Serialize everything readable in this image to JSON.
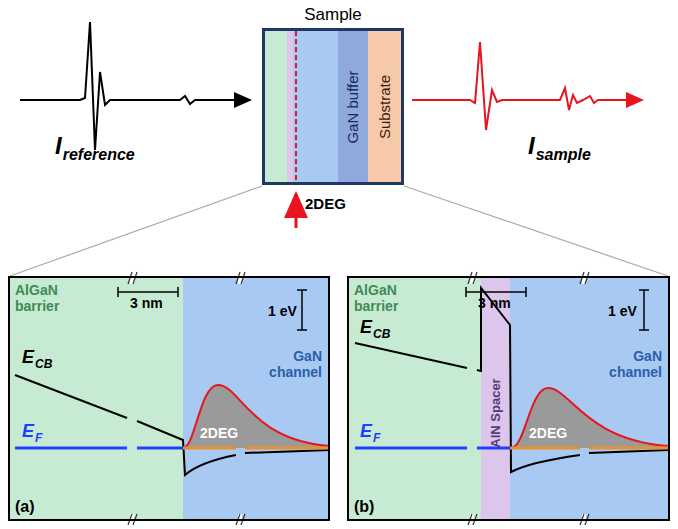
{
  "diagram": {
    "nodes": [
      {
        "text": [
          "Sample"
        ]
      },
      {
        "text": [
          "GaN buffer"
        ],
        "in": 0
      },
      {
        "text": [
          "Substrate"
        ],
        "in": 0
      },
      {
        "text": [
          "(a)"
        ]
      },
      {
        "text": [
          "AlGaN barrier"
        ],
        "in": 3
      },
      {
        "text": [
          "GaN channel"
        ],
        "in": 3
      },
      {
        "text": [
          "(b)"
        ]
      },
      {
        "text": [
          "AlGaN barrier"
        ],
        "in": 6
      },
      {
        "text": [
          "AlN Spacer"
        ],
        "in": 6
      },
      {
        "text": [
          "GaN channel"
        ],
        "in": 6
      }
    ],
    "labels": [
      "I",
      "reference",
      "I",
      "sample",
      "2DEG",
      "3 nm",
      "1 eV",
      "E",
      "CB",
      "E",
      "F",
      "2DEG",
      "3 nm",
      "1 eV",
      "E",
      "CB",
      "E",
      "F",
      "2DEG"
    ]
  }
}
